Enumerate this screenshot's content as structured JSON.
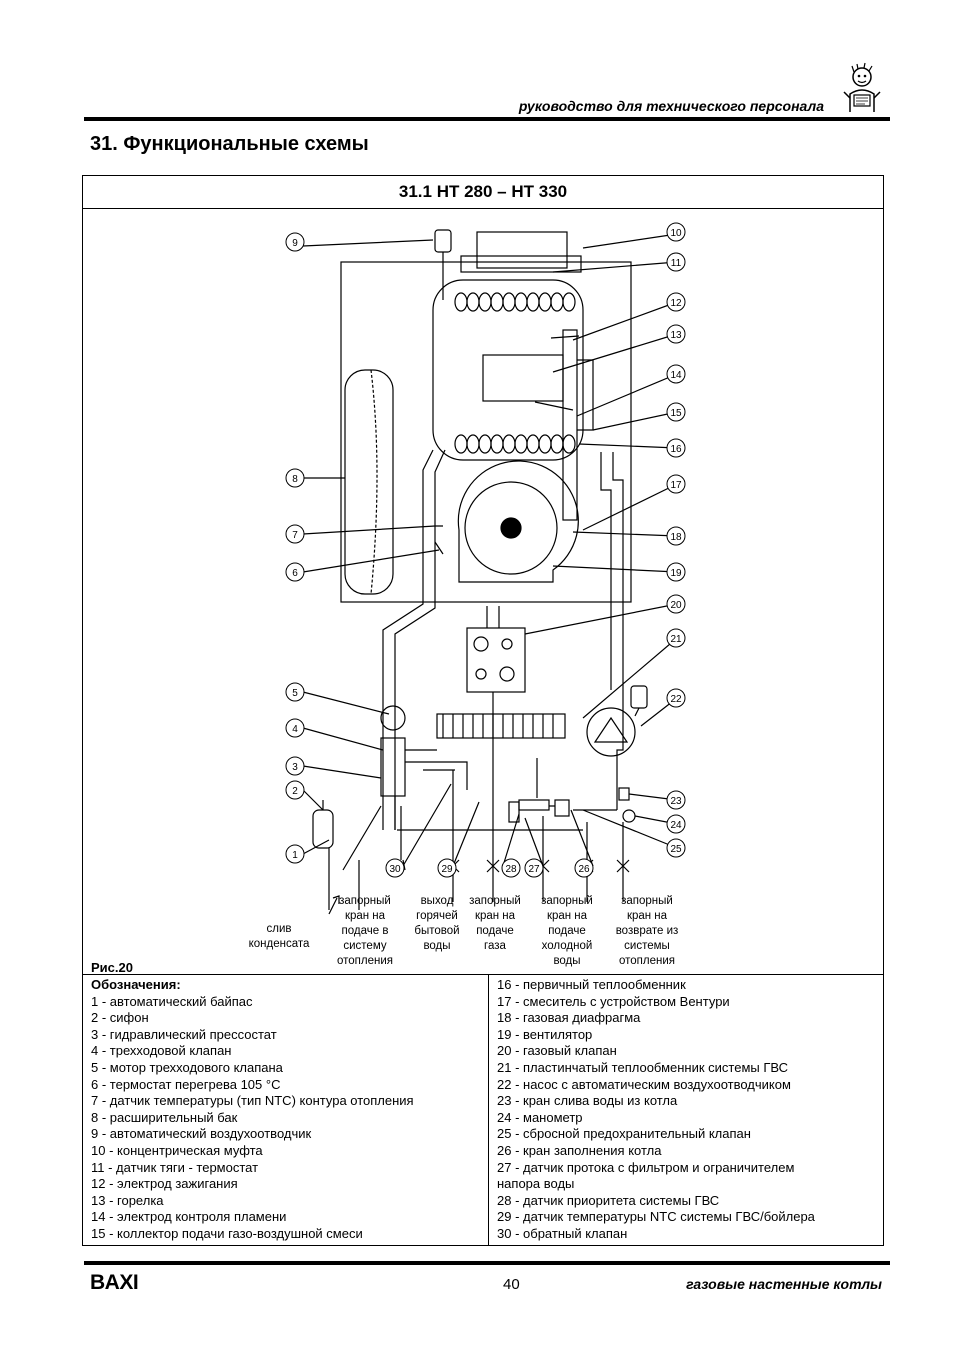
{
  "header": {
    "manual_title": "руководство для технического персонала"
  },
  "section": {
    "title": "31. Функциональные схемы"
  },
  "subsection": {
    "title": "31.1  HT 280 – HT 330"
  },
  "diagram": {
    "callouts": [
      "1",
      "2",
      "3",
      "4",
      "5",
      "6",
      "7",
      "8",
      "9",
      "10",
      "11",
      "12",
      "13",
      "14",
      "15",
      "16",
      "17",
      "18",
      "19",
      "20",
      "21",
      "22",
      "23",
      "24",
      "25",
      "26",
      "27",
      "28",
      "29",
      "30"
    ],
    "connection_labels": [
      {
        "lines": [
          "слив",
          "конденсата"
        ]
      },
      {
        "lines": [
          "запорный",
          "кран на",
          "подаче в",
          "систему",
          "отопления"
        ]
      },
      {
        "lines": [
          "выход",
          "горячей",
          "бытовой",
          "воды"
        ]
      },
      {
        "lines": [
          "запорный",
          "кран на",
          "подаче",
          "газа"
        ]
      },
      {
        "lines": [
          "запорный",
          "кран на",
          "подаче",
          "холодной",
          "воды"
        ]
      },
      {
        "lines": [
          "запорный",
          "кран на",
          "возврате из",
          "системы",
          "отопления"
        ]
      }
    ]
  },
  "figure_label": "Рис.20",
  "legend": {
    "heading": "Обозначения:",
    "left": [
      "1   -  автоматический байпас",
      "2   -  сифон",
      "3   -  гидравлический прессостат",
      "4   -  трехходовой клапан",
      "5   -  мотор трехходового клапана",
      "6   -  термостат перегрева 105 °С",
      "7   -  датчик температуры (тип NTC) контура отопления",
      "8   -  расширительный бак",
      "9   -  автоматический воздухоотводчик",
      "10 - концентрическая муфта",
      "11 - датчик тяги - термостат",
      "12 - электрод зажигания",
      "13 - горелка",
      "14 - электрод контроля пламени",
      "15  - коллектор подачи газо-воздушной смеси"
    ],
    "right": [
      "16  - первичный теплообменник",
      "17  - смеситель с устройством Вентури",
      "18  - газовая диафрагма",
      "19  - вентилятор",
      "20  - газовый клапан",
      "21  - пластинчатый теплообменник системы ГВС",
      "22  - насос с автоматическим воздухоотводчиком",
      "23  - кран слива воды из котла",
      "24  - манометр",
      "25  - сбросной предохранительный клапан",
      "26  - кран заполнения котла",
      "27  - датчик протока с фильтром и ограничителем",
      "         напора  воды",
      "28  - датчик приоритета системы ГВС",
      "29  - датчик температуры  NTC системы ГВС/бойлера",
      "30  - обратный клапан"
    ]
  },
  "footer": {
    "brand": "BAXI",
    "page_number": "40",
    "product": "газовые настенные котлы"
  }
}
